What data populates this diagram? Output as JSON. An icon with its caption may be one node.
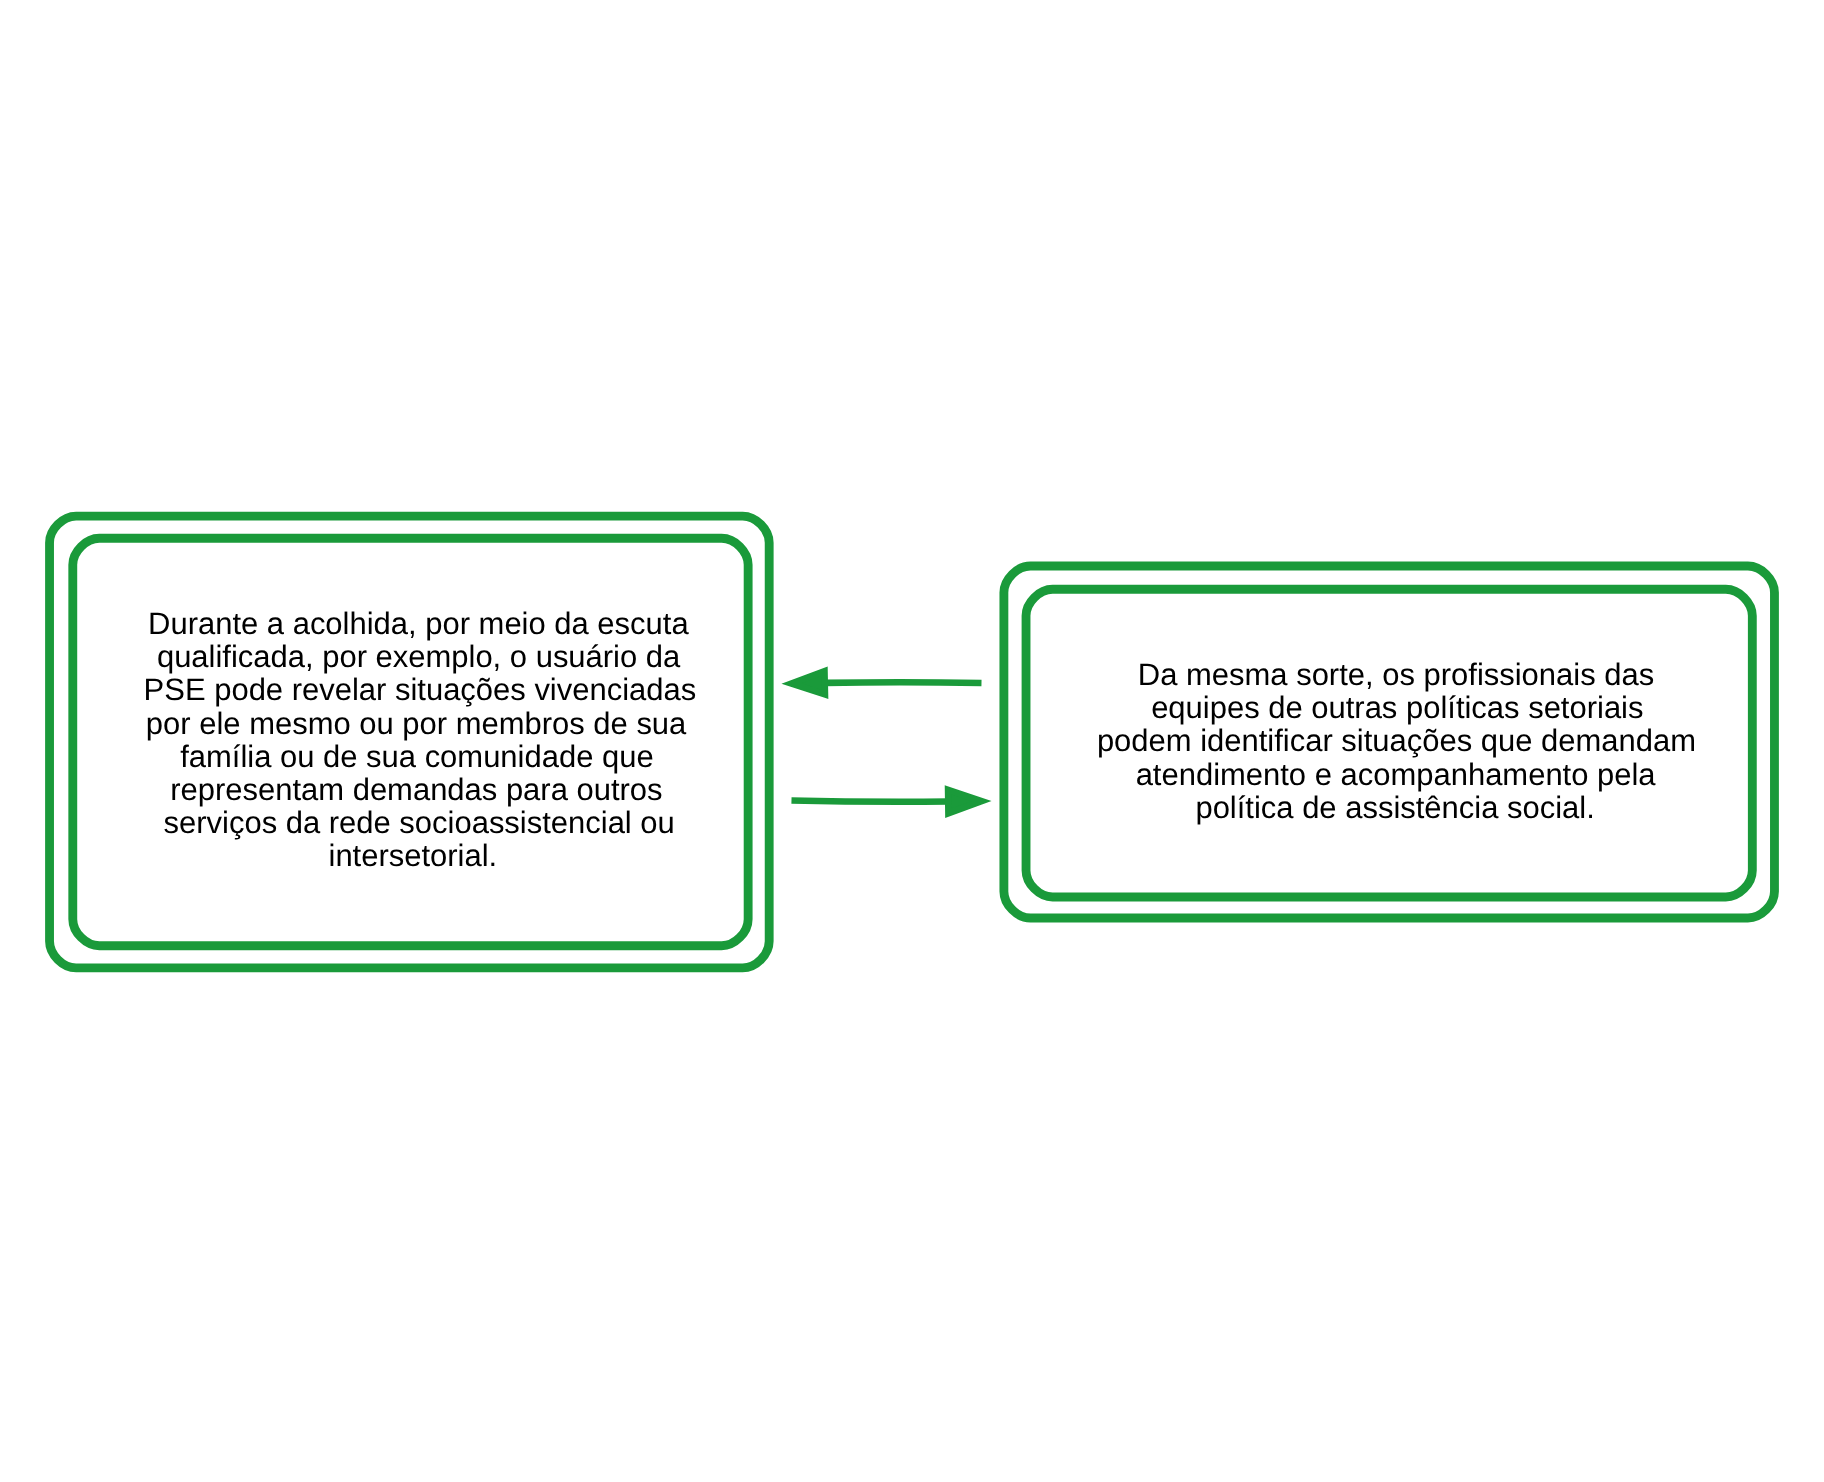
{
  "diagram": {
    "nodes": [
      {
        "text": [
          "Durante a acolhida, por meio da escuta qualificada, por exemplo, o usuário da PSE pode revelar situações vivenciadas por ele mesmo ou por membros de sua família ou de sua comunidade que representam demandas para outros serviços da rede socioassistencial ou intersetorial."
        ]
      },
      {
        "text": [
          "Da mesma sorte, os profissionais das equipes de outras políticas setoriais podem identificar situações que demandam atendimento e acompanhamento pela política de assistência social."
        ]
      }
    ],
    "edges": [
      {
        "from": 0,
        "to": 1,
        "arrow": "to"
      },
      {
        "from": 1,
        "to": 0,
        "arrow": "to"
      }
    ]
  }
}
